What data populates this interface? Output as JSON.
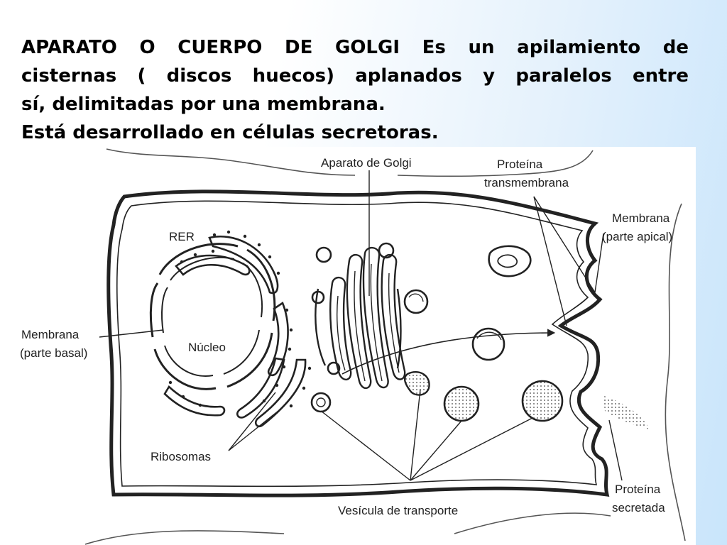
{
  "heading": {
    "title": "APARATO O CUERPO DE GOLGI",
    "line1_rest": "Es un apilamiento de",
    "line2": "cisternas ( discos huecos) aplanados  y paralelos entre",
    "line3": "sí, delimitadas por una membrana.",
    "line4": "Está desarrollado en células  secretoras."
  },
  "diagram": {
    "labels": {
      "golgi": "Aparato de Golgi",
      "protein_tm_1": "Proteína",
      "protein_tm_2": "transmembrana",
      "membrane_apical_1": "Membrana",
      "membrane_apical_2": "(parte apical)",
      "rer": "RER",
      "nucleus": "Núcleo",
      "membrane_basal_1": "Membrana",
      "membrane_basal_2": "(parte basal)",
      "ribosomes": "Ribosomas",
      "vesicle": "Vesícula de transporte",
      "secreted_1": "Proteína",
      "secreted_2": "secretada"
    }
  }
}
